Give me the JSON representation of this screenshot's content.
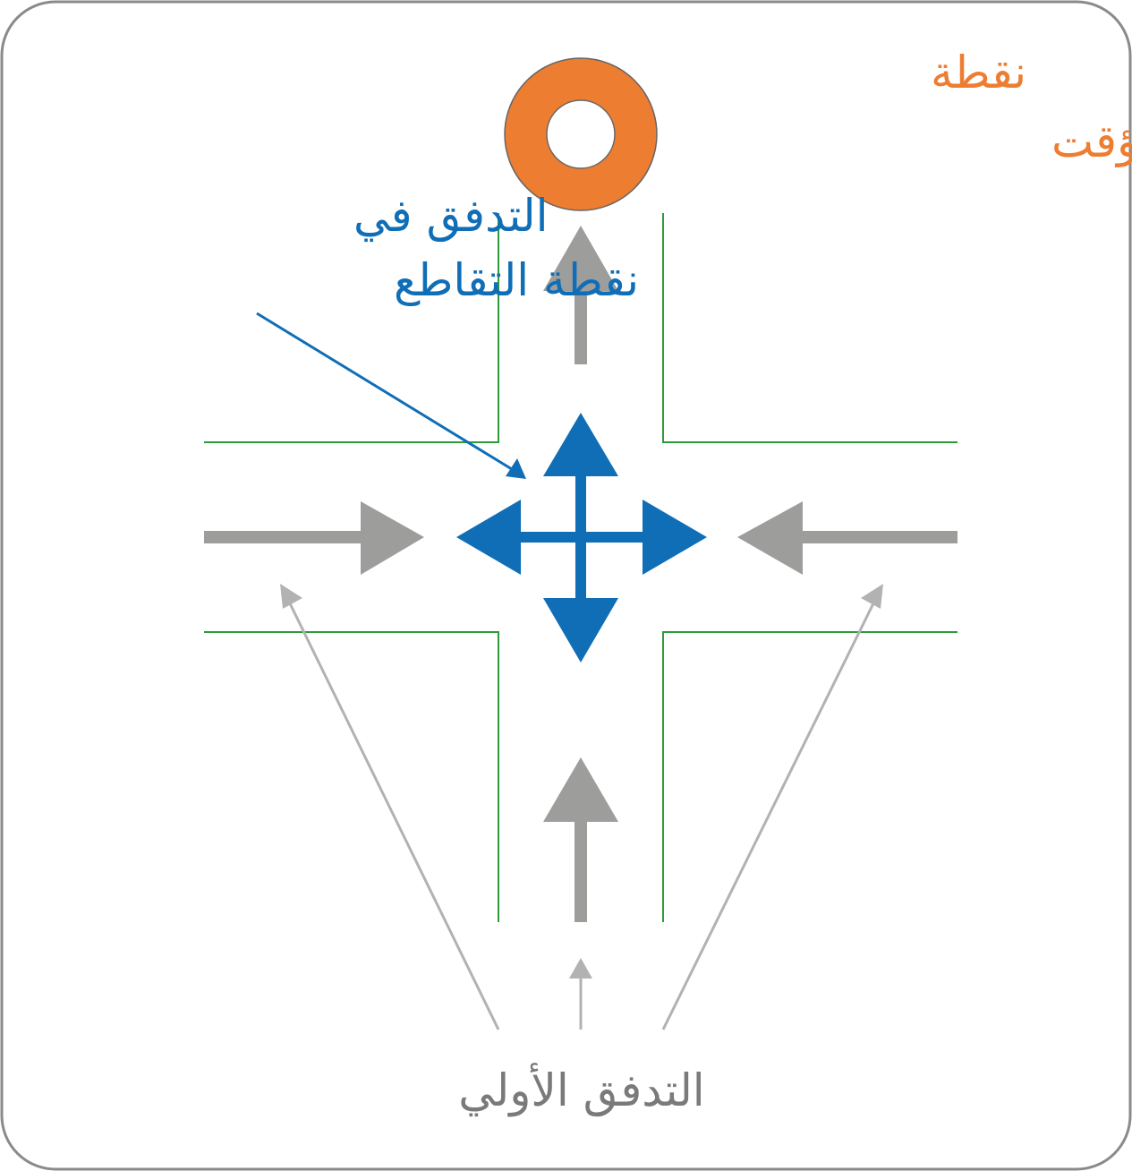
{
  "labels": {
    "stop_point_line1": "نقطة",
    "stop_point_line2": "التوقف المؤقت",
    "intersection_flow_line1": "التدفق في",
    "intersection_flow_line2": "نقطة التقاطع",
    "initial_flow": "التدفق الأولي"
  },
  "colors": {
    "orange": "#ED7D31",
    "blue": "#106EB7",
    "gray_arrow": "#9D9D9C",
    "light_gray": "#B2B2B2",
    "green": "#2E9B3A",
    "frame": "#8A8A8A",
    "label_gray": "#7A7A7A"
  }
}
